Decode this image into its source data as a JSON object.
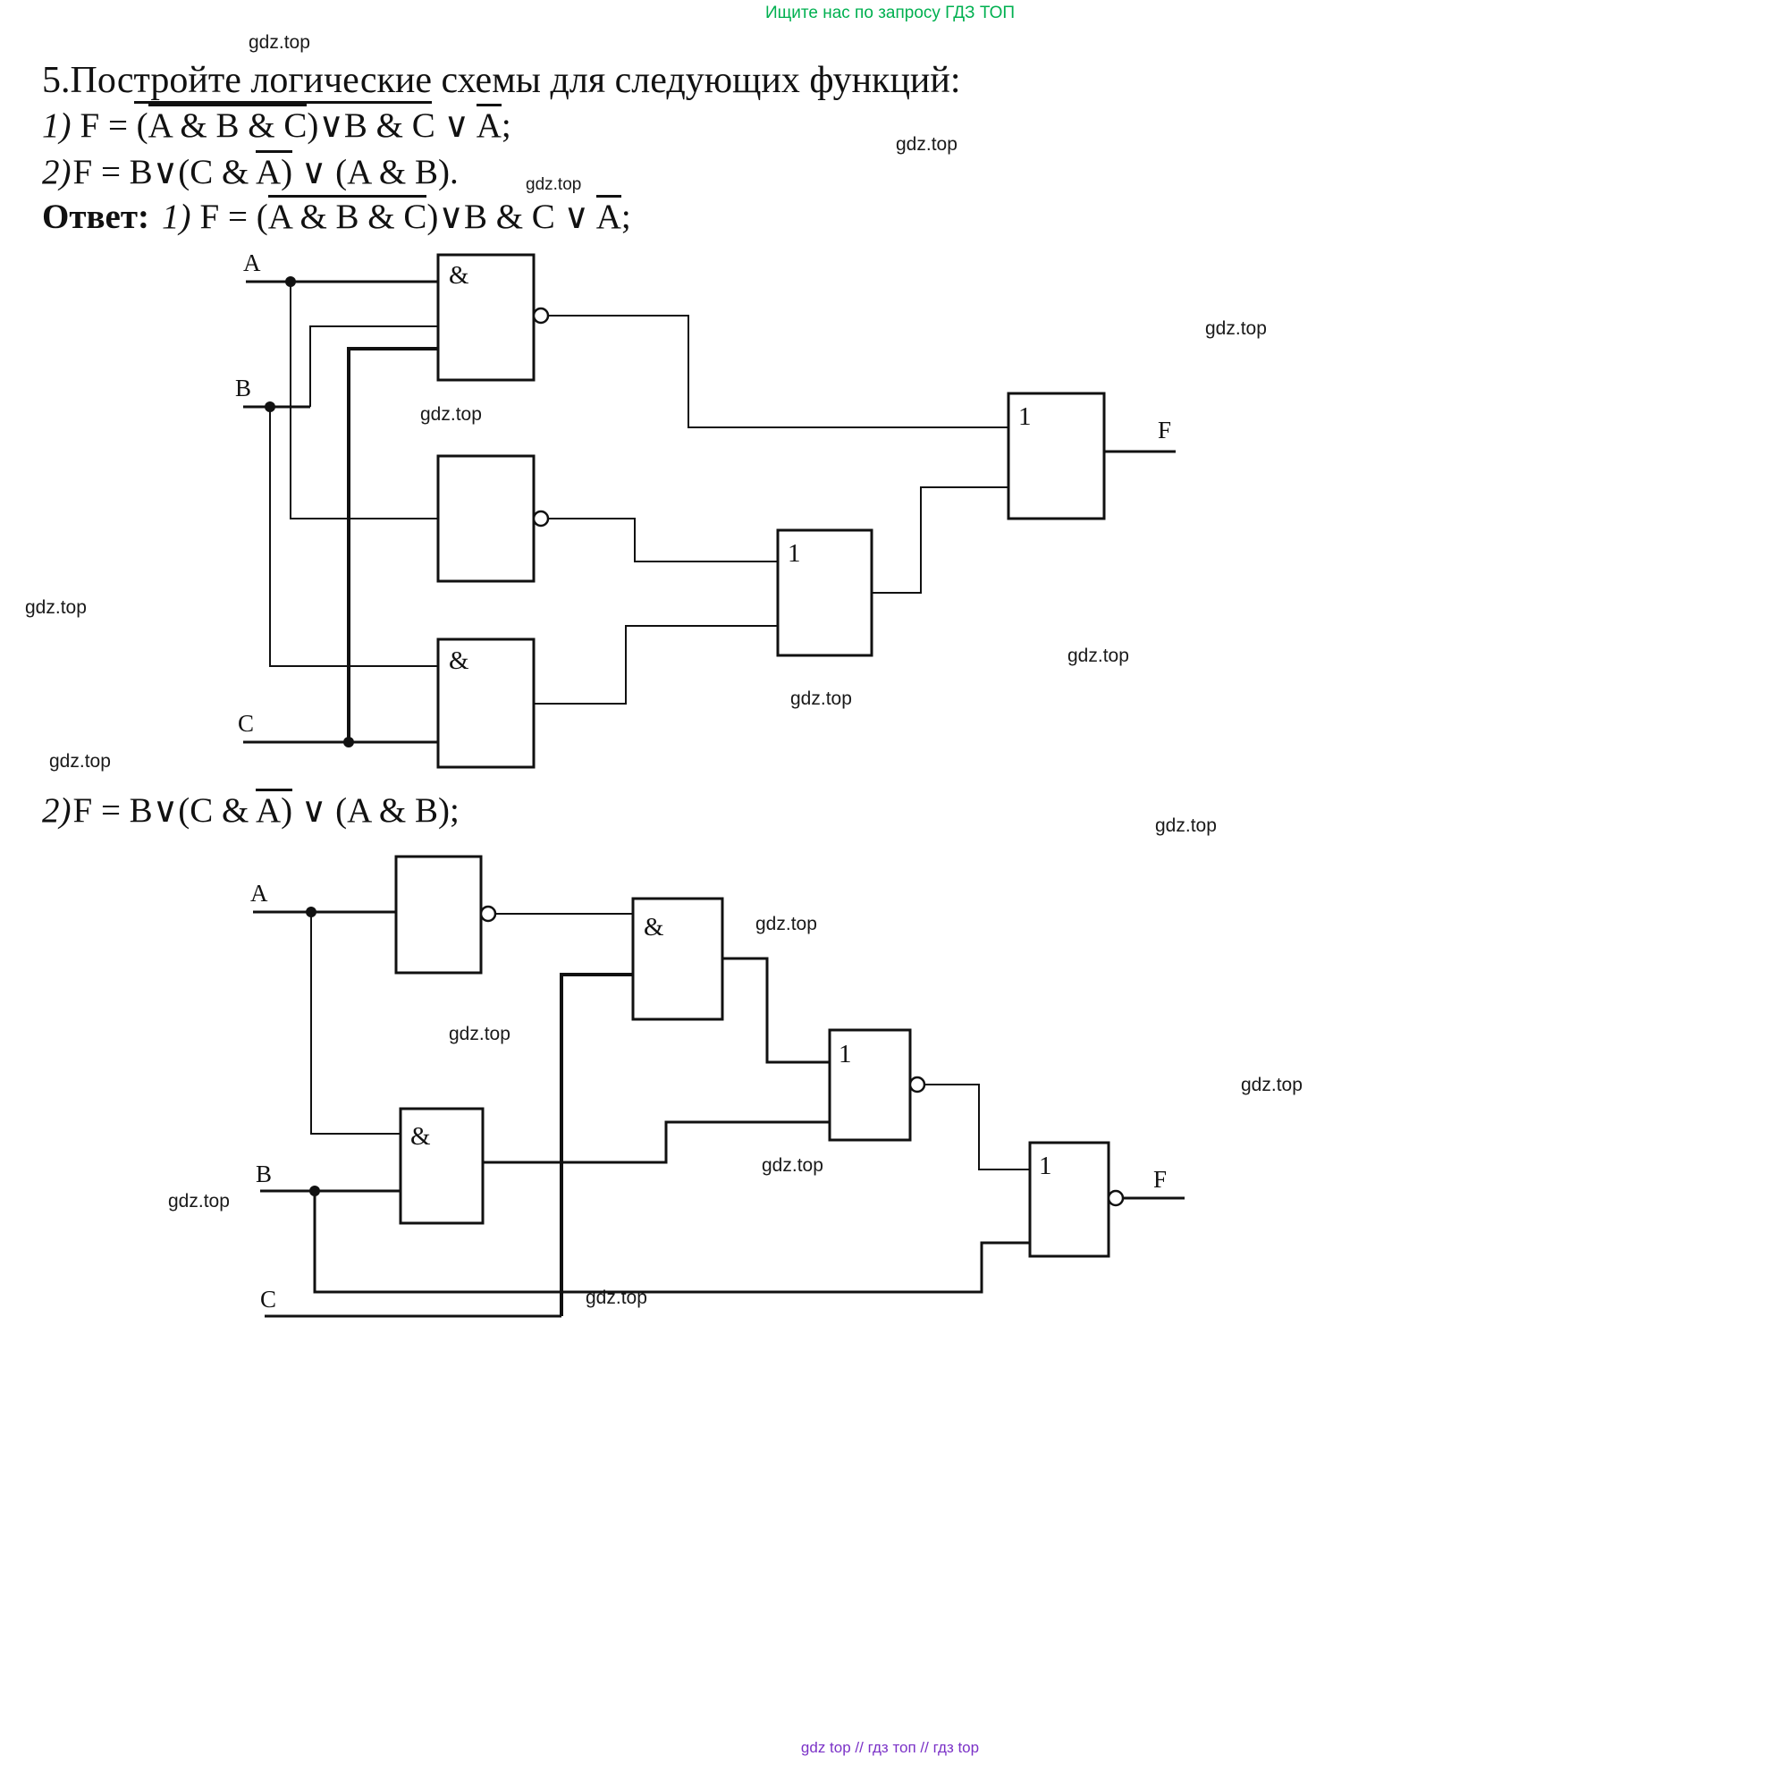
{
  "page": {
    "banner": "Ищите нас по запросу ГДЗ ТОП",
    "watermark": "gdz.top",
    "footer": "gdz top  //  гдз топ  //  гдз top"
  },
  "problem": {
    "title_pre": "5.Пос",
    "title_underlined": "тройте логические",
    "title_post": " схемы для следующих функций:",
    "f1_num": "1)",
    "f1_pre": "F = (",
    "f1_over": "A & B & C",
    "f1_mid": ")∨B & C ∨ ",
    "f1_abar": "A",
    "f1_end": ";",
    "f2_num": "2)",
    "f2_pre": "F = B∨(C & ",
    "f2_over": "A)",
    "f2_mid": " ∨ (A & B)",
    "f2_end": ".",
    "f2b_end": ";",
    "answer_label": "Ответ:"
  },
  "labels": {
    "and": "&",
    "or": "1",
    "A": "A",
    "B": "B",
    "C": "C",
    "F": "F"
  }
}
